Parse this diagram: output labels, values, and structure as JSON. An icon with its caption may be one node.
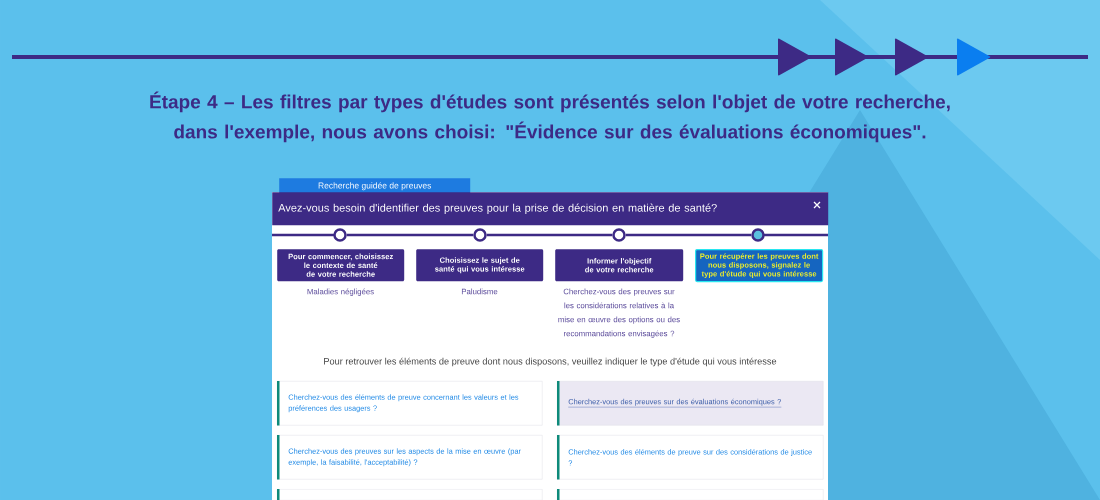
{
  "diagram": {
    "title": "Étape 4 – Les filtres par types d'études sont présentés selon l'objet de votre recherche, dans l'exemple, nous avons choisi: \"Évidence sur des évaluations économiques\".",
    "nodes": [
      {
        "text": [
          "Recherche guidée de preuves"
        ]
      },
      {
        "text": [
          "Avez-vous besoin d'identifier des preuves pour la prise de décision en matière de santé?"
        ]
      },
      {
        "text": [],
        "shape": "circle"
      },
      {
        "text": [],
        "shape": "circle"
      },
      {
        "text": [],
        "shape": "circle"
      },
      {
        "text": [],
        "shape": "circle"
      },
      {
        "text": [
          "Pour commencer, choisissez le contexte de santé de votre recherche"
        ],
        "beside": [
          "Maladies négligées"
        ]
      },
      {
        "text": [
          "Choisissez le sujet de santé qui vous intéresse"
        ],
        "beside": [
          "Paludisme"
        ]
      },
      {
        "text": [
          "Informer l'objectif de votre recherche"
        ],
        "beside": [
          "Cherchez-vous des preuves sur les considérations relatives à la mise en œuvre des options ou des recommandations envisagées ?"
        ]
      },
      {
        "text": [
          "Pour récupérer les preuves dont nous disposons, signalez le type d'étude qui vous intéresse"
        ]
      },
      {
        "text": [
          "Cherchez-vous des éléments de preuve concernant les valeurs et les préférences des usagers ?"
        ]
      },
      {
        "text": [
          "Cherchez-vous des preuves sur des évaluations économiques ?"
        ]
      },
      {
        "text": [
          "Cherchez-vous des preuves sur les aspects de la mise en œuvre (par exemple, la faisabilité, l'acceptabilité) ?"
        ]
      },
      {
        "text": [
          "Cherchez-vous des éléments de preuve sur des considérations de justice ?"
        ]
      },
      {
        "text": [],
        "shape": "box"
      },
      {
        "text": [],
        "shape": "box"
      }
    ],
    "edges": [
      {
        "from": 2,
        "to": 3,
        "arrow": "none"
      },
      {
        "from": 3,
        "to": 4,
        "arrow": "none"
      },
      {
        "from": 4,
        "to": 5,
        "arrow": "none"
      }
    ],
    "labels": [
      "Pour retrouver les éléments de preuve dont nous disposons, veuillez indiquer le type d'étude qui vous intéresse"
    ]
  }
}
